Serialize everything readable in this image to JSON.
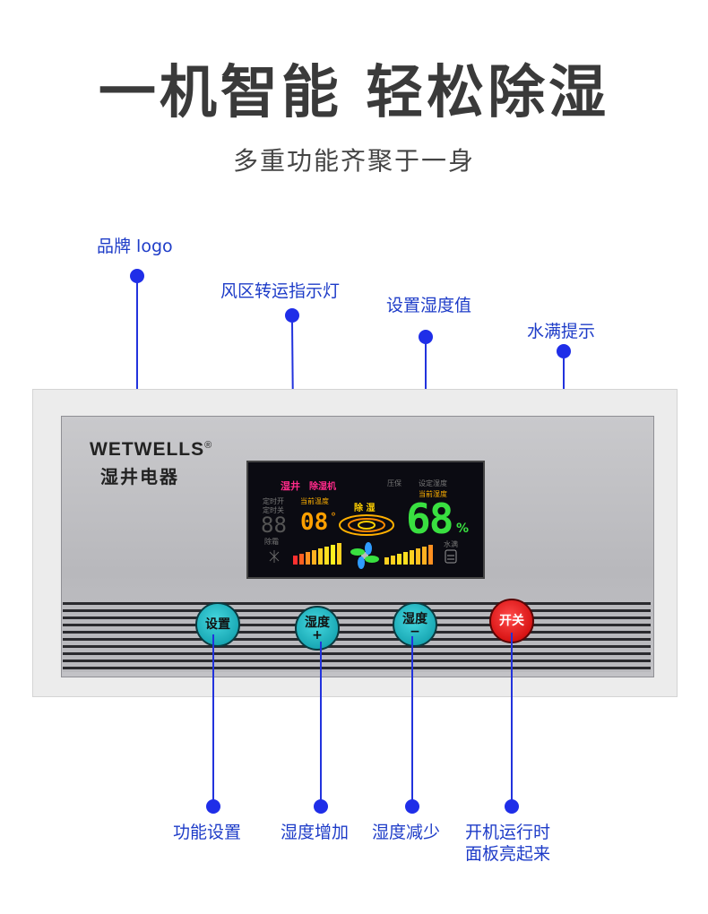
{
  "header": {
    "title": "一机智能 轻松除湿",
    "subtitle": "多重功能齐聚于一身"
  },
  "callouts_top": [
    {
      "label": "品牌 logo"
    },
    {
      "label": "风区转运指示灯"
    },
    {
      "label": "设置湿度值"
    },
    {
      "label": "水满提示"
    }
  ],
  "device": {
    "brand_en": "WETWELLS",
    "registered_mark": "®",
    "brand_cn": "湿井电器",
    "display": {
      "brand_text": "湿井",
      "mode_text": "除湿机",
      "compressor_protect": "压保",
      "set_humidity_label": "设定湿度",
      "current_humidity_label": "当前湿度",
      "current_temp_label": "当前温度",
      "timer_on": "定时开",
      "timer_off": "定时关",
      "defrost": "除霜",
      "dehumidify": "除 湿",
      "water_full": "水满",
      "timer_digits": "88",
      "temp_digits": "08",
      "temp_unit": "°",
      "humidity_digits": "68",
      "humidity_unit": "%"
    },
    "buttons": [
      {
        "label": "设置",
        "sign": ""
      },
      {
        "label": "湿度",
        "sign": "+"
      },
      {
        "label": "湿度",
        "sign": "−"
      },
      {
        "label": "开关",
        "sign": ""
      }
    ]
  },
  "callouts_bottom": [
    {
      "label": "功能设置"
    },
    {
      "label": "湿度增加"
    },
    {
      "label": "湿度减少"
    },
    {
      "label_line1": "开机运行时",
      "label_line2": "面板亮起来"
    }
  ],
  "colors": {
    "callout_text": "#1e3cc8",
    "callout_dot": "#1f2ee8",
    "button_teal": "#1aa9b5",
    "button_red": "#d81414",
    "lcd_green": "#39e040",
    "lcd_magenta": "#ff2a8a",
    "lcd_orange": "#ffa000"
  }
}
